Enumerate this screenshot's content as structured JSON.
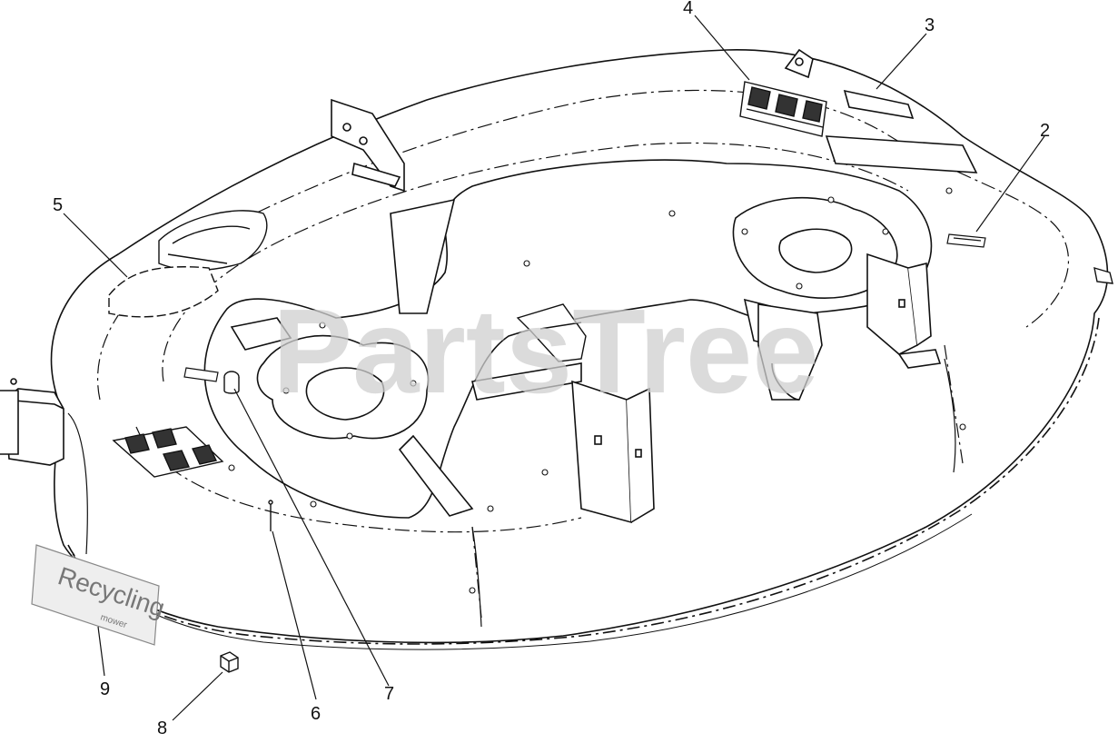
{
  "watermark": "PartsTree",
  "recycling_decal": {
    "main": "Recycling",
    "sub": "mower"
  },
  "callouts": [
    {
      "id": "1",
      "label": "2"
    },
    {
      "id": "2",
      "label": "3"
    },
    {
      "id": "3",
      "label": "4"
    },
    {
      "id": "4",
      "label": "5"
    },
    {
      "id": "5",
      "label": "6"
    },
    {
      "id": "6",
      "label": "7"
    },
    {
      "id": "7",
      "label": "8"
    },
    {
      "id": "8",
      "label": "9"
    }
  ],
  "colors": {
    "line": "#111111",
    "watermark": "#cfcfcf",
    "background": "#ffffff"
  }
}
